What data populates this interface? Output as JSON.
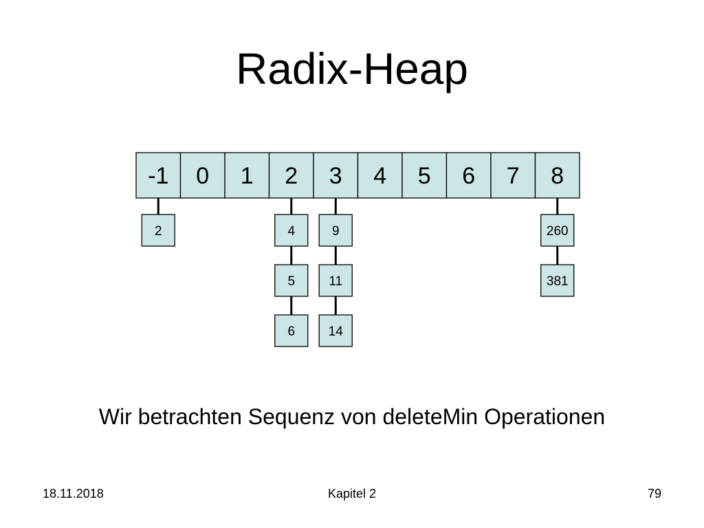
{
  "slide": {
    "title": "Radix-Heap",
    "subtitle": "Wir betrachten Sequenz von deleteMin Operationen"
  },
  "footer": {
    "date": "18.11.2018",
    "chapter": "Kapitel 2",
    "page": "79"
  },
  "colors": {
    "box_fill": "#cce5e5",
    "box_stroke": "#000000",
    "connector": "#000000"
  },
  "buckets": [
    {
      "label": "-1",
      "items": [
        "2"
      ]
    },
    {
      "label": "0",
      "items": []
    },
    {
      "label": "1",
      "items": []
    },
    {
      "label": "2",
      "items": [
        "4",
        "5",
        "6"
      ]
    },
    {
      "label": "3",
      "items": [
        "9",
        "11",
        "14"
      ]
    },
    {
      "label": "4",
      "items": []
    },
    {
      "label": "5",
      "items": []
    },
    {
      "label": "6",
      "items": []
    },
    {
      "label": "7",
      "items": []
    },
    {
      "label": "8",
      "items": [
        "260",
        "381"
      ]
    }
  ]
}
